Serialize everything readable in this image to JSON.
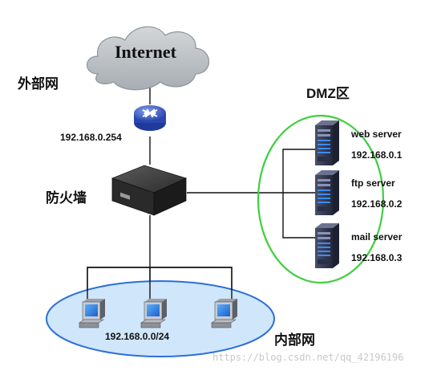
{
  "diagram": {
    "internet_label": "Internet",
    "external_network_label": "外部网",
    "router_ip": "192.168.0.254",
    "firewall_label": "防火墙",
    "dmz_label": "DMZ区",
    "servers": [
      {
        "name": "web server",
        "ip": "192.168.0.1"
      },
      {
        "name": "ftp server",
        "ip": "192.168.0.2"
      },
      {
        "name": "mail server",
        "ip": "192.168.0.3"
      }
    ],
    "internal_subnet": "192.168.0.0/24",
    "internal_network_label": "内部网",
    "watermark": "https://blog.csdn.net/qq_42196196"
  },
  "colors": {
    "cloud_fill": "#b9bfc3",
    "router_fill": "#3a58c4",
    "dmz_ellipse_border": "#3fcf3f",
    "internal_ellipse_fill": "#cfe6fb",
    "internal_ellipse_border": "#2d6fd6",
    "firewall_fill": "#3a3a3a",
    "server_fill": "#3a3f55",
    "line_color": "#111111"
  },
  "icons": [
    "cloud-icon",
    "router-icon",
    "firewall-icon",
    "server-icon",
    "pc-icon"
  ]
}
